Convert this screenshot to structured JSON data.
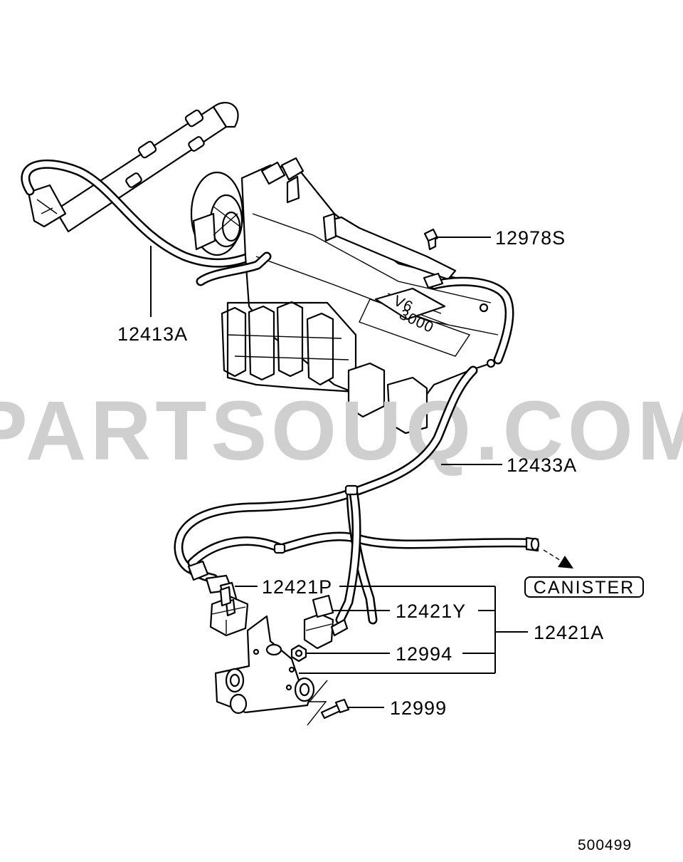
{
  "watermark": "PARTSOUQ.COM",
  "diagram_id": "500499",
  "canister_label": "CANISTER",
  "callouts": [
    {
      "id": "12978S"
    },
    {
      "id": "12413A"
    },
    {
      "id": "12433A"
    },
    {
      "id": "12421P"
    },
    {
      "id": "12421Y"
    },
    {
      "id": "12421A"
    },
    {
      "id": "12994"
    },
    {
      "id": "12999"
    }
  ]
}
